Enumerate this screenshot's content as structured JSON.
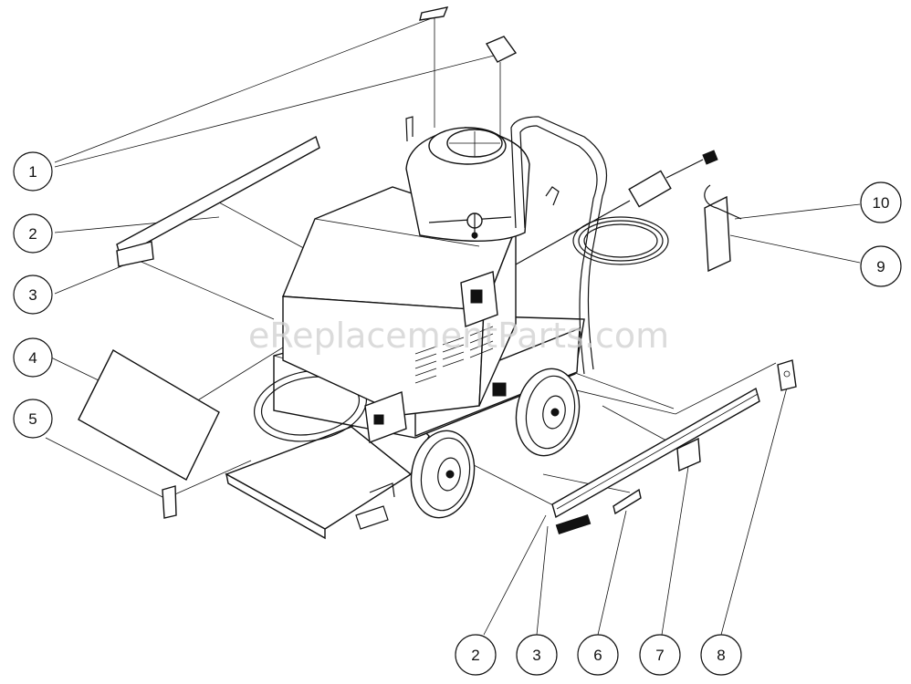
{
  "watermark": "eReplacementParts.com",
  "callouts": [
    {
      "id": "c1",
      "label": "1"
    },
    {
      "id": "c2",
      "label": "2"
    },
    {
      "id": "c3",
      "label": "3"
    },
    {
      "id": "c4",
      "label": "4"
    },
    {
      "id": "c5",
      "label": "5"
    },
    {
      "id": "c10",
      "label": "10"
    },
    {
      "id": "c9",
      "label": "9"
    },
    {
      "id": "c2b",
      "label": "2"
    },
    {
      "id": "c3b",
      "label": "3"
    },
    {
      "id": "c6",
      "label": "6"
    },
    {
      "id": "c7",
      "label": "7"
    },
    {
      "id": "c8",
      "label": "8"
    }
  ]
}
